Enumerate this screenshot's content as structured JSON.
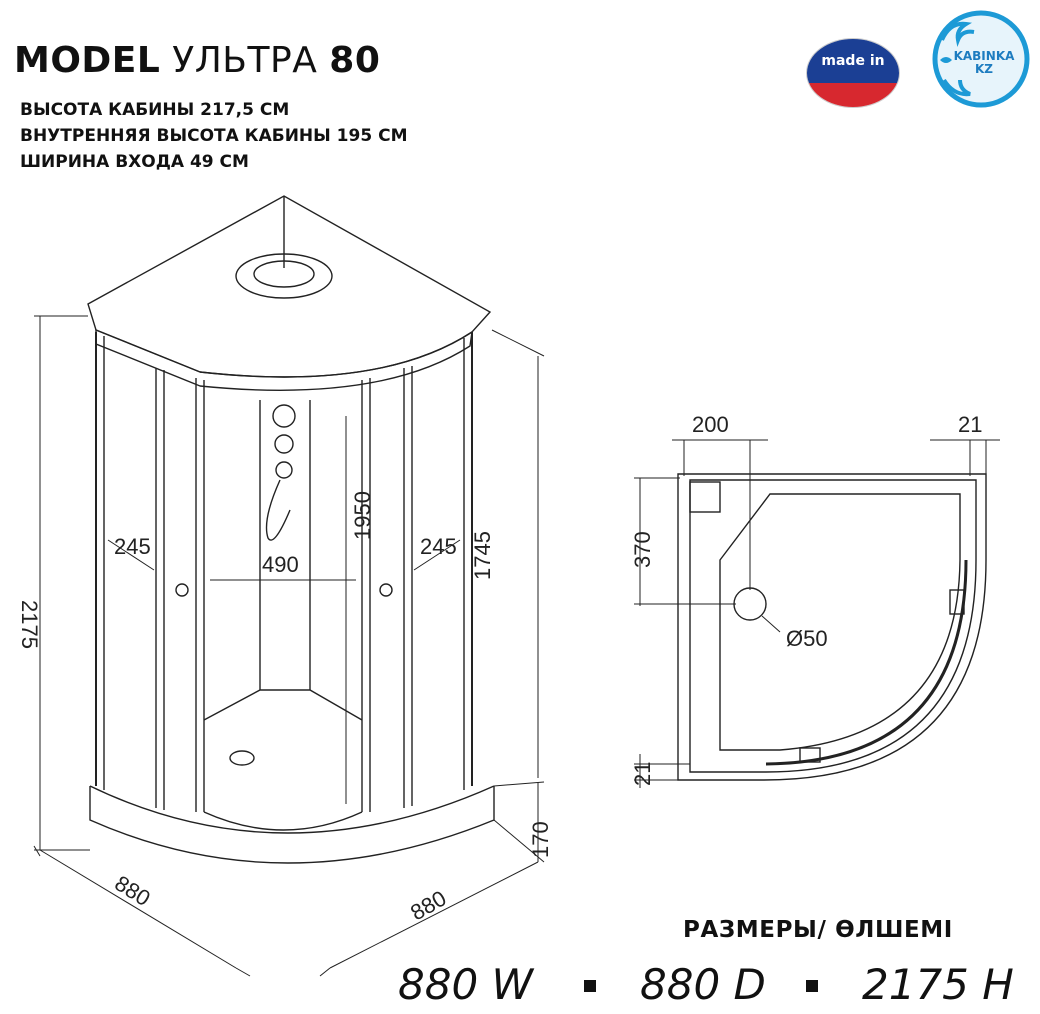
{
  "header": {
    "model_word": "MODEL",
    "model_name": "УЛЬТРА",
    "model_number": "80",
    "specs": [
      "ВЫСОТА КАБИНЫ 217,5  СМ",
      "ВНУТРЕННЯЯ ВЫСОТА КАБИНЫ 195 СМ",
      "ШИРИНА ВХОДА 49 СМ"
    ]
  },
  "badges": {
    "made_in_label": "made in",
    "made_in_flag_colors": [
      "#ffffff",
      "#1b3f94",
      "#d7282f"
    ],
    "logo_name": "KABINKA",
    "logo_suffix": "KZ"
  },
  "drawing_3d": {
    "dims": {
      "total_height": "2175",
      "tray_height": "170",
      "upper_height": "1745",
      "inner_height": "1950",
      "entrance_width": "490",
      "side_panel_left": "245",
      "side_panel_right": "245",
      "width_left": "880",
      "width_right": "880"
    }
  },
  "drawing_plan": {
    "dims": {
      "drain_offset_x": "200",
      "wall_gap_right": "21",
      "drain_offset_y": "370",
      "drain_diameter": "Ø50",
      "wall_gap_bottom": "21"
    }
  },
  "footer": {
    "sizes_label": "РАЗМЕРЫ/ ӨЛШЕМІ",
    "width": "880 W",
    "depth": "880 D",
    "height": "2175 H"
  }
}
